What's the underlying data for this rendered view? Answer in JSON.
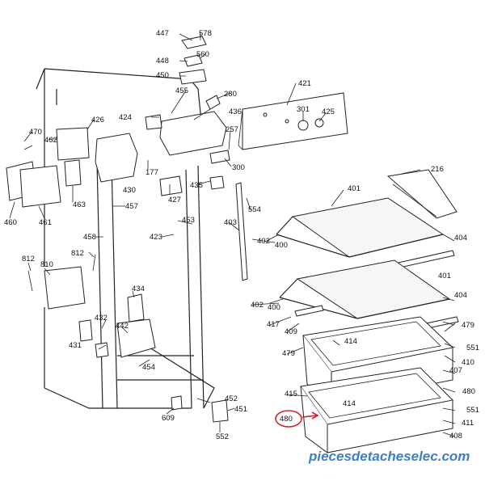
{
  "labels": [
    "447",
    "578",
    "560",
    "448",
    "450",
    "421",
    "455",
    "280",
    "436",
    "424",
    "301",
    "425",
    "470",
    "426",
    "257",
    "462",
    "177",
    "300",
    "216",
    "427",
    "435",
    "430",
    "463",
    "460",
    "461",
    "457",
    "554",
    "401",
    "453",
    "403",
    "402",
    "400",
    "404",
    "458",
    "423",
    "812",
    "810",
    "434",
    "432",
    "442",
    "431",
    "417",
    "409",
    "414",
    "479",
    "551",
    "410",
    "407",
    "454",
    "452",
    "451",
    "609",
    "552",
    "415",
    "480",
    "411",
    "408"
  ],
  "highlight": "480",
  "watermark": "piecesdetacheselec.com",
  "colors": {
    "highlight": "#d0242b",
    "watermark": "#3b7fc6",
    "line": "#222222"
  }
}
